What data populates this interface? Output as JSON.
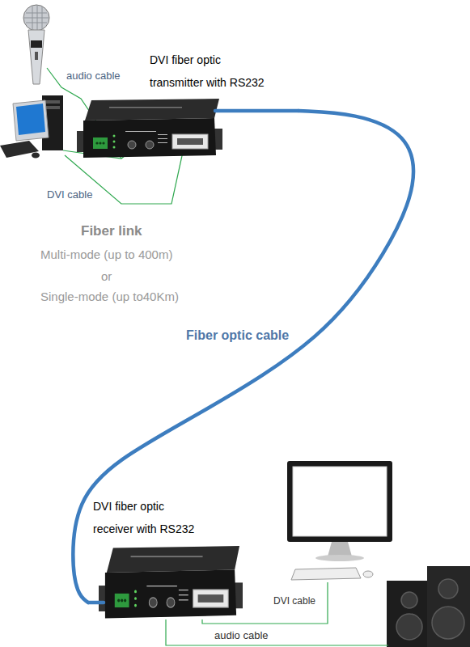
{
  "diagram": {
    "nodes": [
      {
        "text": [
          "DVI fiber optic transmitter with RS232"
        ]
      },
      {
        "text": [
          "DVI fiber optic receiver with RS232"
        ]
      }
    ],
    "edges": [
      {
        "from": 0,
        "to": 1,
        "arrow": "none",
        "label": "Fiber optic cable"
      }
    ],
    "labels": [
      "audio cable",
      "DVI cable",
      "Fiber link",
      "Multi-mode (up to 400m)",
      "or",
      "Single-mode (up to40Km)",
      "DVI cable",
      "audio cable"
    ]
  }
}
